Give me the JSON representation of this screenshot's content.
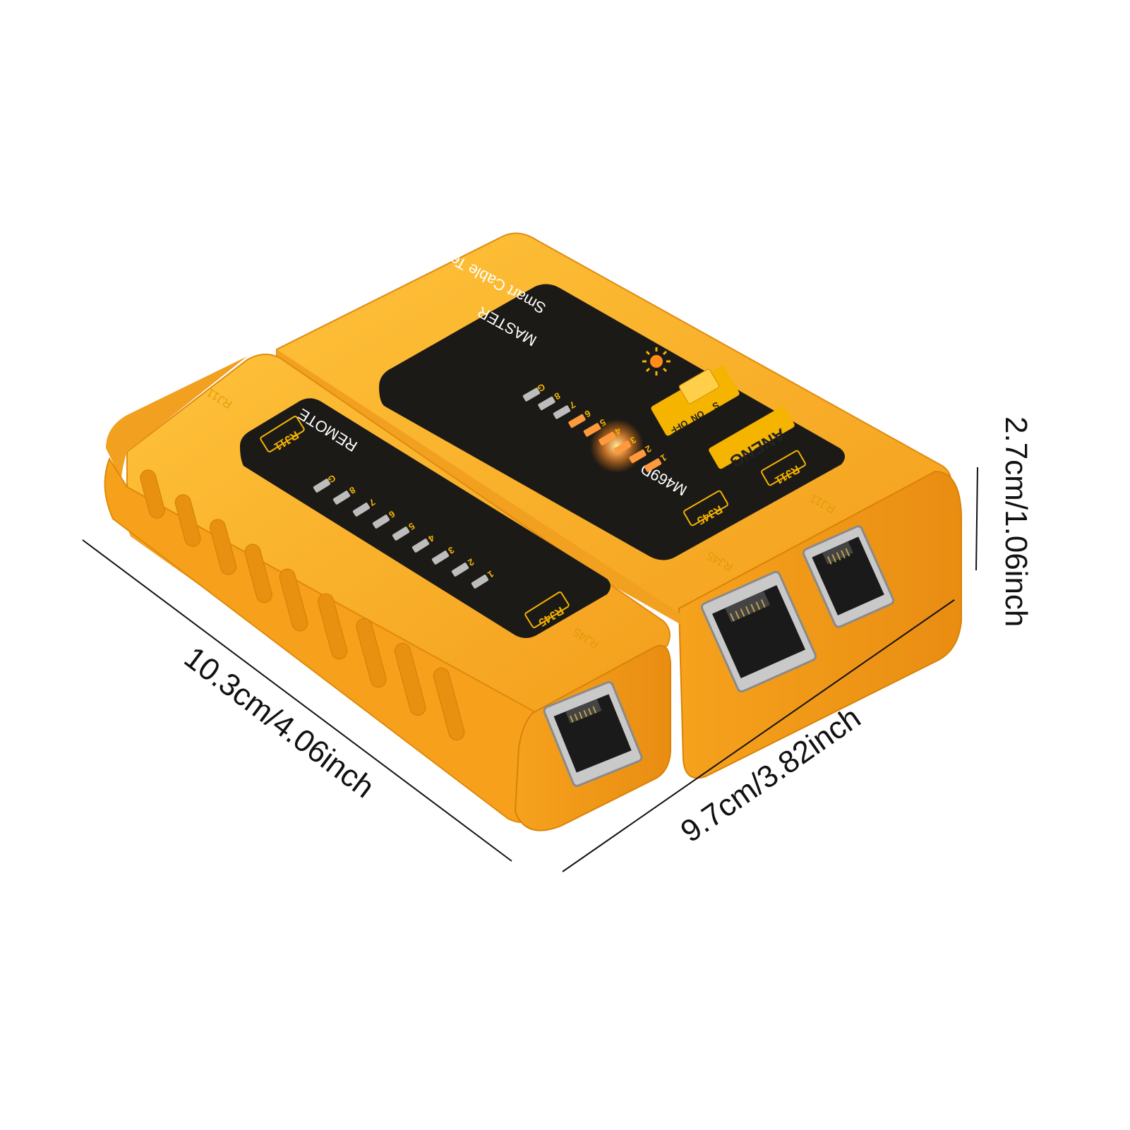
{
  "dimensions": {
    "length": "10.3cm/4.06inch",
    "width": "9.7cm/3.82inch",
    "height": "2.7cm/1.06inch"
  },
  "master_unit": {
    "brand": "ANENG",
    "product_name": "Smart Cable Tester",
    "role": "MASTER",
    "model": "M469D",
    "switch_labels": {
      "off": "OFF",
      "on": "ON",
      "s": "S"
    },
    "port_badges": {
      "rj45": "RJ45",
      "rj11": "RJ11"
    },
    "embossed": {
      "rj11": "RJ11",
      "rj45": "RJ45"
    },
    "led_labels": [
      "1",
      "2",
      "3",
      "4",
      "5",
      "6",
      "7",
      "8",
      "G"
    ],
    "lit_leds": [
      "1",
      "2",
      "3",
      "4",
      "5",
      "6"
    ]
  },
  "remote_unit": {
    "role": "REMOTE",
    "port_badges": {
      "rj11": "RJ11",
      "rj45": "RJ45"
    },
    "embossed": {
      "rj11": "RJ11",
      "rj45": "RJ45"
    },
    "led_labels": [
      "1",
      "2",
      "3",
      "4",
      "5",
      "6",
      "7",
      "8",
      "G"
    ]
  },
  "colors": {
    "body": "#f7a928",
    "body_light": "#ffc23a",
    "body_dark": "#e98d12",
    "panel": "#1c1a17",
    "accent": "#f5b400",
    "led_off": "#bdbdbd",
    "led_on": "#ff9a3c"
  }
}
